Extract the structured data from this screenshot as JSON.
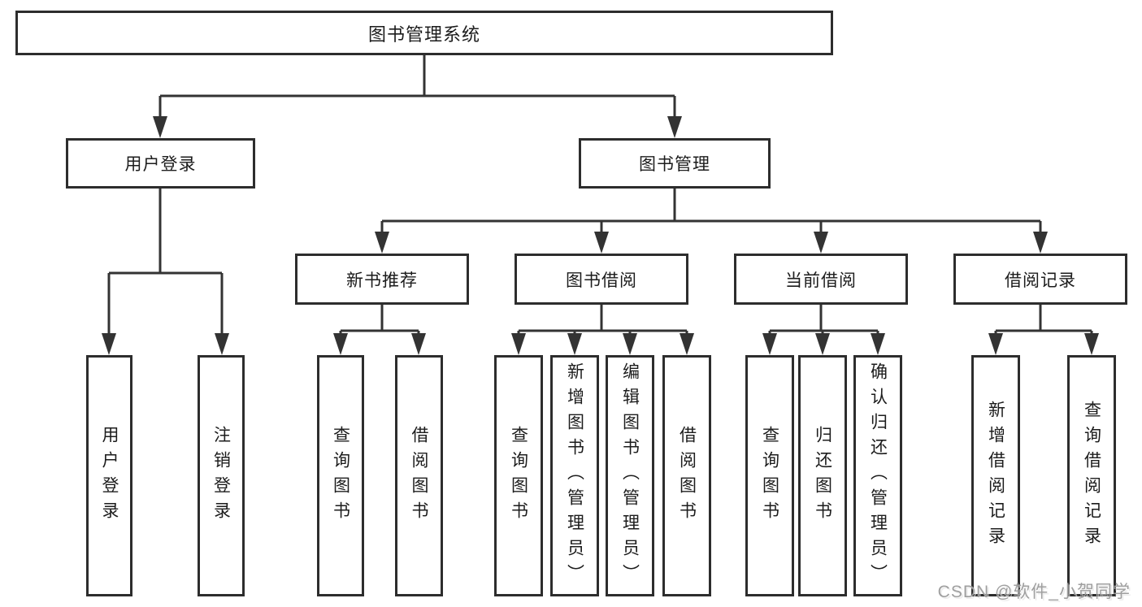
{
  "diagram": {
    "root": "图书管理系统",
    "level2": {
      "login": "用户登录",
      "management": "图书管理"
    },
    "level3": {
      "recommend": "新书推荐",
      "borrow": "图书借阅",
      "current": "当前借阅",
      "records": "借阅记录"
    },
    "leaves": {
      "login": [
        "用户登录",
        "注销登录"
      ],
      "recommend": [
        "查询图书",
        "借阅图书"
      ],
      "borrow": [
        "查询图书",
        "新增图书（管理员）",
        "编辑图书（管理员）",
        "借阅图书"
      ],
      "current": [
        "查询图书",
        "归还图书",
        "确认归还（管理员）"
      ],
      "records": [
        "新增借阅记录",
        "查询借阅记录"
      ]
    }
  },
  "watermark": "CSDN @软件_小贺同学",
  "colors": {
    "box_border": "#2d2d2d",
    "connector_line": "#333333",
    "text": "#1c1c1c",
    "watermark_text": "#9f9f9f",
    "background": "#ffffff"
  }
}
